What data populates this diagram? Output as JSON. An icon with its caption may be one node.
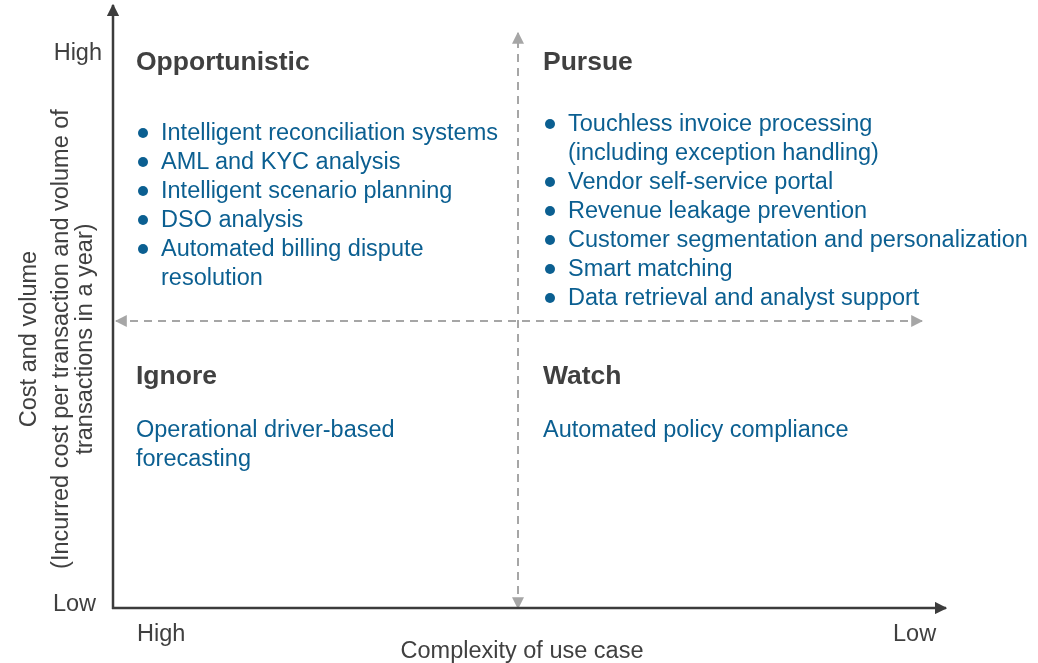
{
  "diagram": {
    "nodes": [
      {
        "text": [
          "Opportunistic",
          "Intelligent reconciliation systems",
          "AML and KYC analysis",
          "Intelligent scenario planning",
          "DSO analysis",
          "Automated billing dispute resolution"
        ]
      },
      {
        "text": [
          "Pursue",
          "Touchless invoice processing (including exception handling)",
          "Vendor self-service portal",
          "Revenue leakage prevention",
          "Customer segmentation and personalization",
          "Smart matching",
          "Data retrieval and analyst support"
        ]
      },
      {
        "text": [
          "Ignore",
          "Operational driver-based forecasting"
        ]
      },
      {
        "text": [
          "Watch",
          "Automated policy compliance"
        ]
      }
    ],
    "labels": [
      "High",
      "Cost and volume",
      "(Incurred cost per transaction and volume of transactions in a year)",
      "Low",
      "High",
      "Low",
      "Complexity of use case"
    ]
  }
}
